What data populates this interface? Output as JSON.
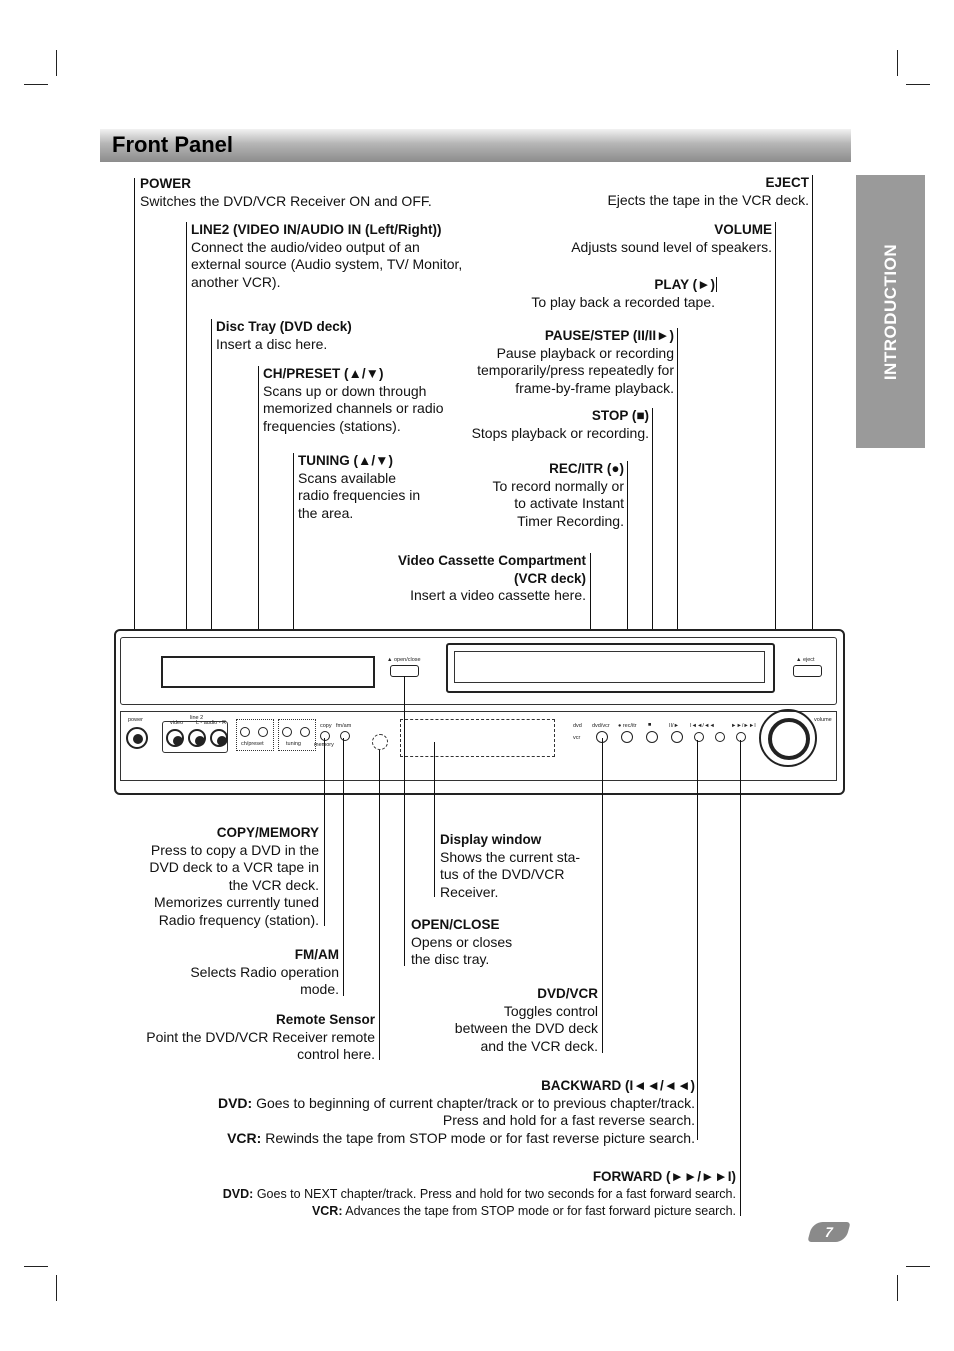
{
  "header": {
    "title": "Front Panel"
  },
  "side_tab": {
    "label": "INTRODUCTION"
  },
  "page_number": "7",
  "annotations": {
    "power": {
      "title": "POWER",
      "desc": "Switches the DVD/VCR Receiver ON and OFF."
    },
    "line2": {
      "title": "LINE2 (VIDEO IN/AUDIO IN (Left/Right))",
      "desc": "Connect the audio/video output of an\nexternal source (Audio system, TV/ Monitor,\nanother VCR)."
    },
    "disc_tray": {
      "title": "Disc Tray (DVD deck)",
      "desc": "Insert a disc here."
    },
    "ch_preset": {
      "title": "CH/PRESET (▲/▼)",
      "desc": "Scans up or down through\nmemorized channels or radio\nfrequencies (stations)."
    },
    "tuning": {
      "title": "TUNING (▲/▼)",
      "desc": "Scans available\nradio frequencies in\nthe area."
    },
    "eject": {
      "title": "EJECT",
      "desc": "Ejects the tape in the VCR deck."
    },
    "volume": {
      "title": "VOLUME",
      "desc": "Adjusts sound level of speakers."
    },
    "play": {
      "title": "PLAY (►)",
      "desc": "To play back a recorded tape."
    },
    "pause_step": {
      "title": "PAUSE/STEP (II/II►)",
      "desc": "Pause playback or recording\ntemporarily/press repeatedly for\nframe-by-frame playback."
    },
    "stop": {
      "title": "STOP (■)",
      "desc": "Stops playback or recording."
    },
    "rec_itr": {
      "title": "REC/ITR (●)",
      "desc": "To record normally or\nto activate Instant\nTimer Recording."
    },
    "video_cassette": {
      "title": "Video Cassette Compartment\n(VCR deck)",
      "desc": "Insert a video cassette here."
    },
    "copy_memory": {
      "title": "COPY/MEMORY",
      "desc": "Press to copy a DVD in the\nDVD deck to a VCR tape in\nthe VCR deck.\nMemorizes currently tuned\nRadio frequency (station)."
    },
    "fm_am": {
      "title": "FM/AM",
      "desc": "Selects Radio operation\nmode."
    },
    "remote_sensor": {
      "title": "Remote Sensor",
      "desc": "Point the DVD/VCR Receiver remote\ncontrol here."
    },
    "display_window": {
      "title": "Display window",
      "desc": "Shows the current sta-\ntus of the DVD/VCR\nReceiver."
    },
    "open_close": {
      "title": "OPEN/CLOSE",
      "desc": "Opens or closes\nthe disc tray."
    },
    "dvd_vcr": {
      "title": "DVD/VCR",
      "desc": "Toggles control\nbetween the DVD deck\nand the VCR deck."
    },
    "backward": {
      "title": "BACKWARD (I◄◄/◄◄)",
      "dvd_label": "DVD:",
      "dvd_text": "Goes to beginning of current chapter/track or to previous chapter/track.",
      "dvd_text2": "Press and hold for a fast reverse search.",
      "vcr_label": "VCR:",
      "vcr_text": "Rewinds the tape from STOP mode or for fast reverse picture search."
    },
    "forward": {
      "title": "FORWARD (►►/►►I)",
      "dvd_label": "DVD:",
      "dvd_text": "Goes to NEXT chapter/track. Press and hold for two seconds for a fast forward search.",
      "vcr_label": "VCR:",
      "vcr_text": "Advances the tape from STOP mode or for fast forward picture search."
    }
  },
  "device_labels": {
    "power": "power",
    "video": "video",
    "line2": "line 2",
    "audio": "L - audio - R",
    "ch_preset": "ch/preset",
    "tuning": "tuning",
    "copy": "copy",
    "memory": "memory",
    "fm_am": "fm/am",
    "open_close": "▲ open/close",
    "eject": "▲ eject",
    "dvd": "dvd",
    "vcr": "vcr",
    "dvd_vcr": "dvd/vcr",
    "rec_itr": "● rec/itr",
    "stop": "■",
    "play_pause": "II/►",
    "rew": "I◄◄/◄◄",
    "ff": "►►/►►I",
    "volume": "volume"
  }
}
